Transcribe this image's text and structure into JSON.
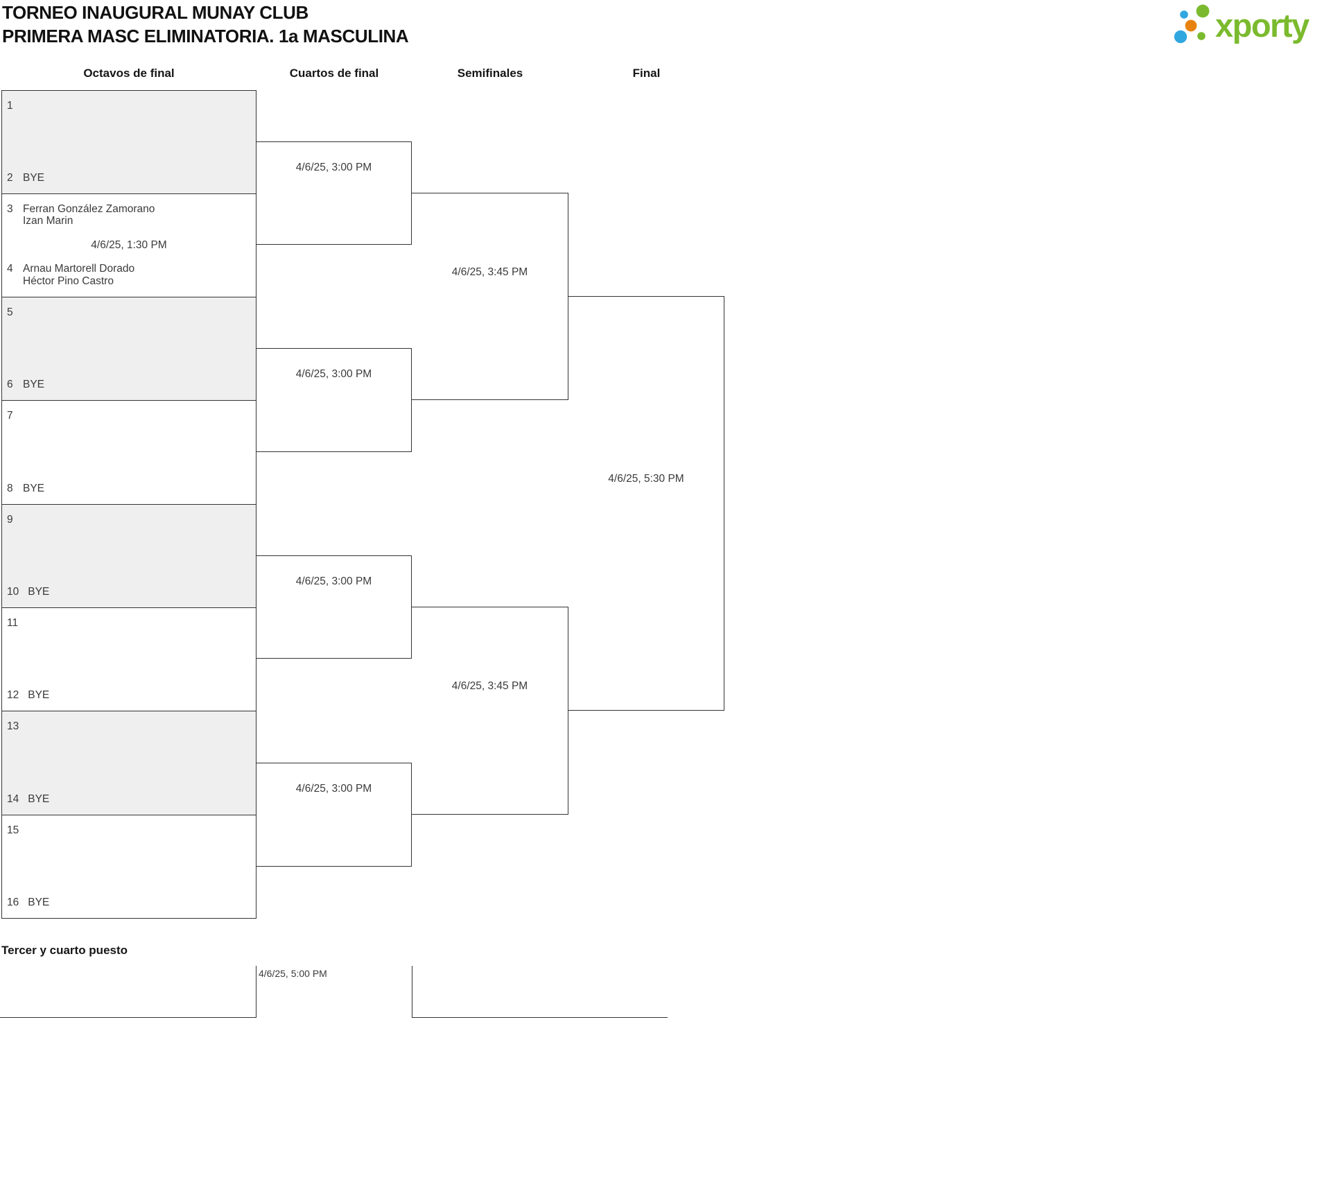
{
  "title": {
    "line1": "TORNEO INAUGURAL MUNAY CLUB",
    "line2": "PRIMERA MASC ELIMINATORIA. 1a MASCULINA"
  },
  "logo": {
    "text": "xporty",
    "green": "#7bba2e",
    "blue": "#31a7e0",
    "orange": "#e8820e"
  },
  "round_headers": {
    "octavos": "Octavos de final",
    "cuartos": "Cuartos de final",
    "semifinales": "Semifinales",
    "final": "Final"
  },
  "bracket": {
    "octavos": [
      {
        "seed1": "1",
        "team1": "",
        "time": "",
        "seed2": "2",
        "team2": "BYE"
      },
      {
        "seed1": "3",
        "team1": "Ferran González Zamorano\nIzan Marin",
        "time": "4/6/25, 1:30 PM",
        "seed2": "4",
        "team2": "Arnau Martorell Dorado\nHéctor Pino Castro"
      },
      {
        "seed1": "5",
        "team1": "",
        "time": "",
        "seed2": "6",
        "team2": "BYE"
      },
      {
        "seed1": "7",
        "team1": "",
        "time": "",
        "seed2": "8",
        "team2": "BYE"
      },
      {
        "seed1": "9",
        "team1": "",
        "time": "",
        "seed2": "10",
        "team2": "BYE"
      },
      {
        "seed1": "11",
        "team1": "",
        "time": "",
        "seed2": "12",
        "team2": "BYE"
      },
      {
        "seed1": "13",
        "team1": "",
        "time": "",
        "seed2": "14",
        "team2": "BYE"
      },
      {
        "seed1": "15",
        "team1": "",
        "time": "",
        "seed2": "16",
        "team2": "BYE"
      }
    ],
    "cuartos": [
      {
        "time": "4/6/25, 3:00 PM"
      },
      {
        "time": "4/6/25, 3:00 PM"
      },
      {
        "time": "4/6/25, 3:00 PM"
      },
      {
        "time": "4/6/25, 3:00 PM"
      }
    ],
    "semifinales": [
      {
        "time": "4/6/25, 3:45 PM"
      },
      {
        "time": "4/6/25, 3:45 PM"
      }
    ],
    "final": {
      "time": "4/6/25, 5:30 PM"
    }
  },
  "third_place": {
    "label": "Tercer y cuarto puesto",
    "time": "4/6/25, 5:00 PM"
  }
}
